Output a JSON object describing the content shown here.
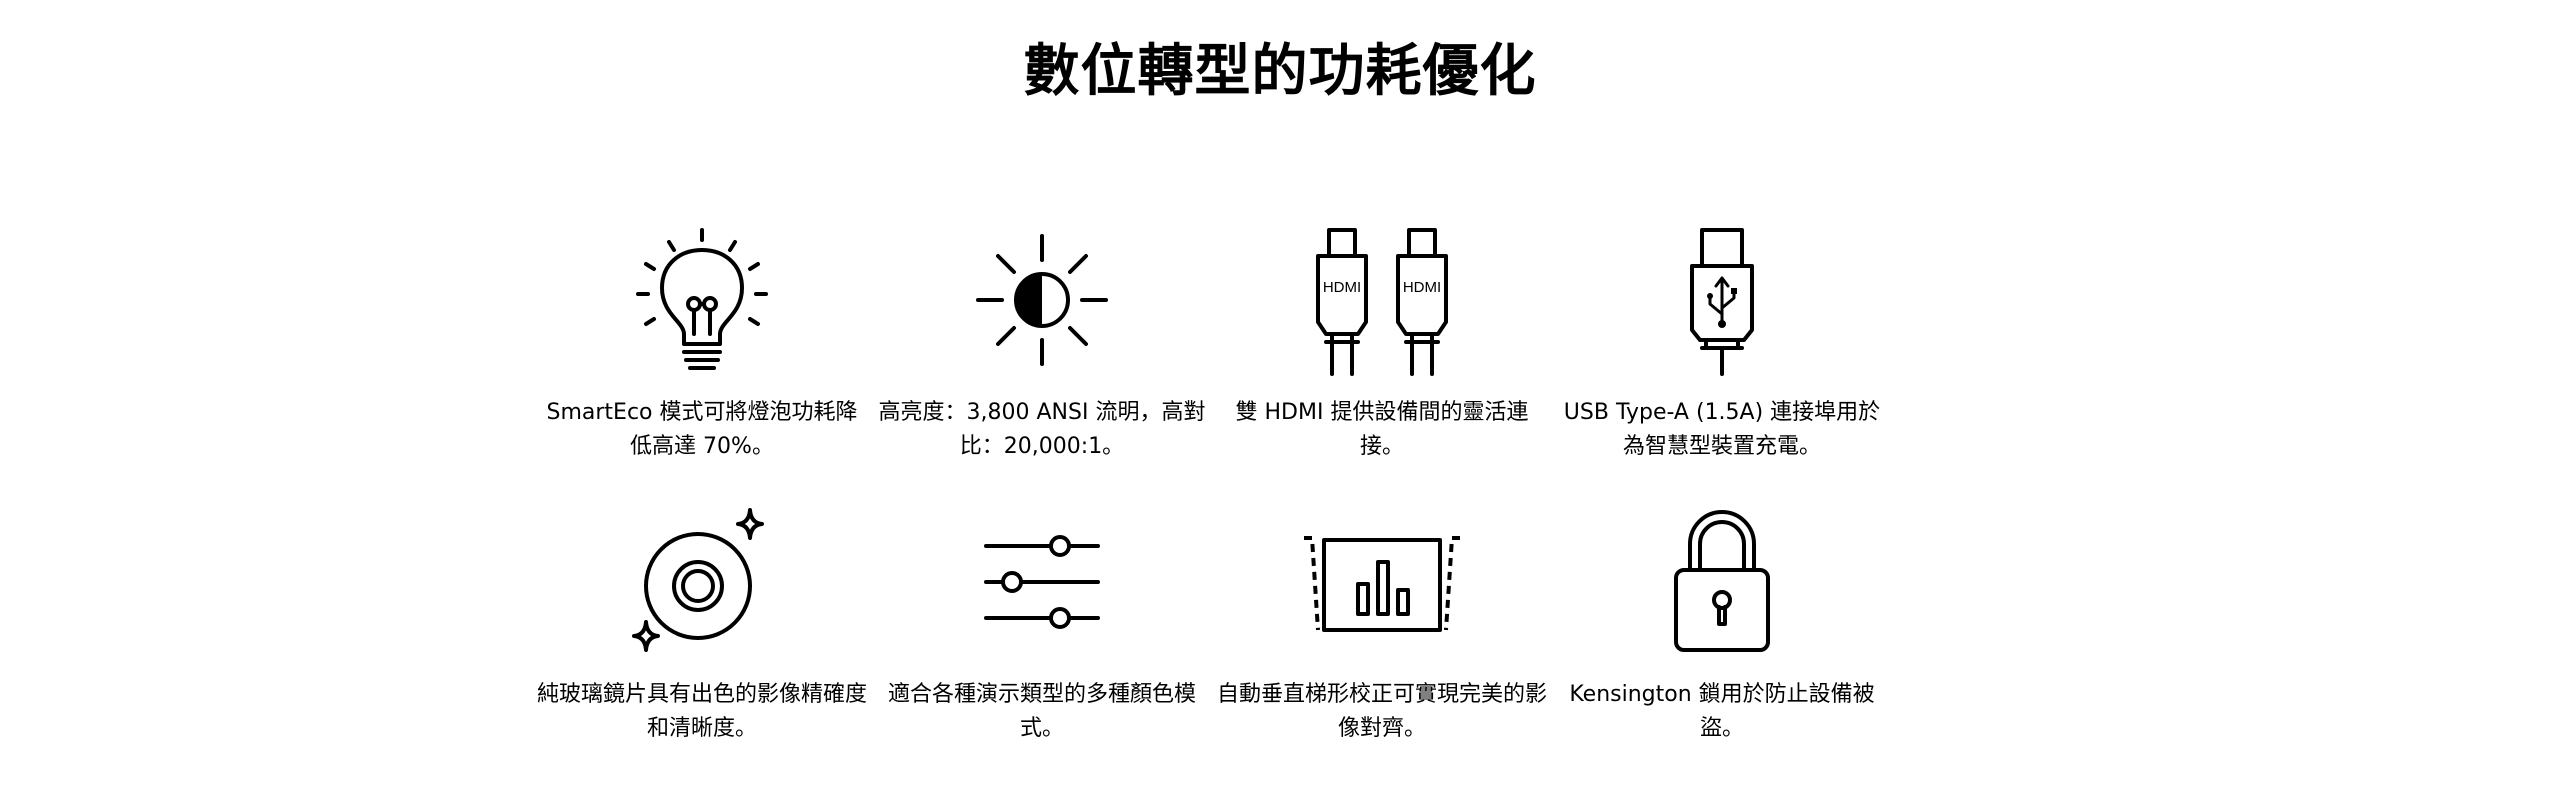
{
  "page": {
    "title": "數位轉型的功耗優化"
  },
  "features": [
    {
      "icon": "lightbulb-icon",
      "caption": "SmartEco 模式可將燈泡功耗降低高達 70%。"
    },
    {
      "icon": "brightness-contrast-icon",
      "caption": "高亮度：3,800 ANSI 流明，高對比：20,000:1。"
    },
    {
      "icon": "hdmi-ports-icon",
      "caption": "雙 HDMI 提供設備間的靈活連接。",
      "port_label": "HDMI"
    },
    {
      "icon": "usb-icon",
      "caption": "USB Type-A (1.5A) 連接埠用於為智慧型裝置充電。"
    },
    {
      "icon": "glass-lens-icon",
      "caption": "純玻璃鏡片具有出色的影像精確度和清晰度。"
    },
    {
      "icon": "sliders-icon",
      "caption": "適合各種演示類型的多種顏色模式。"
    },
    {
      "icon": "keystone-correction-icon",
      "caption": "自動垂直梯形校正可實現完美的影像對齊。"
    },
    {
      "icon": "padlock-icon",
      "caption": "Kensington 鎖用於防止設備被盜。"
    }
  ]
}
